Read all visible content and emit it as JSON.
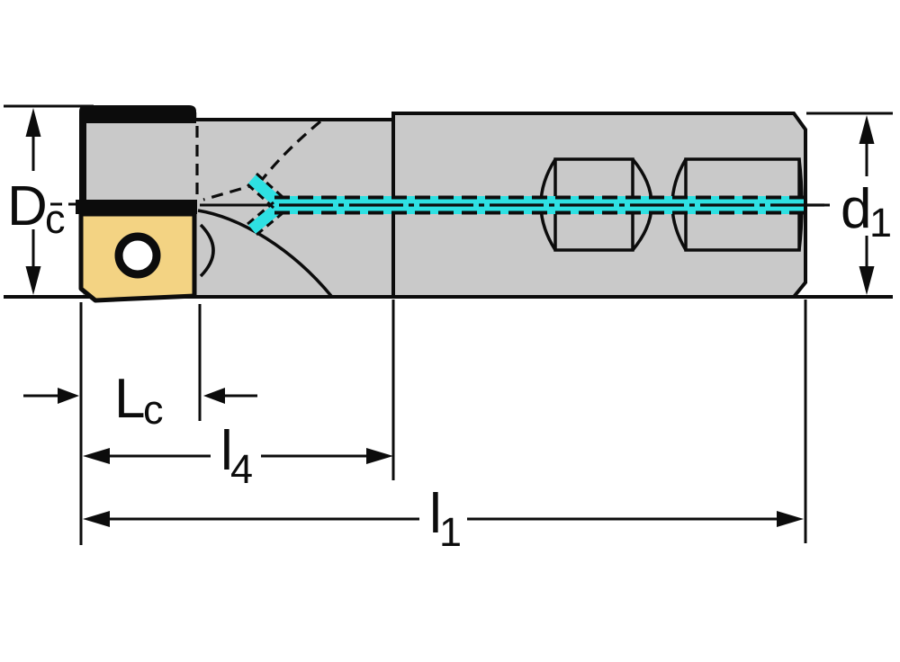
{
  "colors": {
    "background": "#ffffff",
    "body_gray": "#c9c9c9",
    "insert_yellow": "#f3d383",
    "coolant_cyan": "#2ee0e2",
    "hole_white": "#ffffff",
    "line_black": "#0c0c0c"
  },
  "labels": {
    "Dc": {
      "main": "D",
      "sub": "c"
    },
    "d1": {
      "main": "d",
      "sub": "1"
    },
    "Lc": {
      "main": "L",
      "sub": "c"
    },
    "l4": {
      "main": "l",
      "sub": "4"
    },
    "l1": {
      "main": "l",
      "sub": "1"
    }
  }
}
